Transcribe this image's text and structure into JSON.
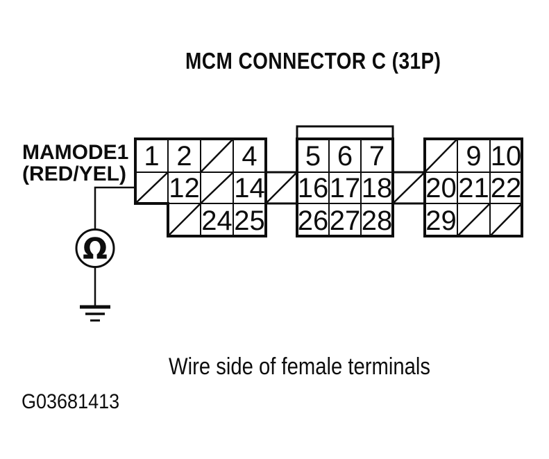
{
  "title": "MCM CONNECTOR C (31P)",
  "signal": {
    "name": "MAMODE1",
    "wire_color": "(RED/YEL)"
  },
  "meter": {
    "symbol": "Ω",
    "type": "ohmmeter",
    "connection": "ground"
  },
  "caption": "Wire side of female terminals",
  "figure_id": "G03681413",
  "connector": {
    "pin_count_label": "31P",
    "row1": [
      {
        "label": "1",
        "slashed": false
      },
      {
        "label": "2",
        "slashed": false
      },
      {
        "label": "",
        "slashed": true
      },
      {
        "label": "4",
        "slashed": false
      },
      {
        "label": "5",
        "slashed": false
      },
      {
        "label": "6",
        "slashed": false
      },
      {
        "label": "7",
        "slashed": false
      },
      {
        "label": "",
        "slashed": true
      },
      {
        "label": "9",
        "slashed": false
      },
      {
        "label": "10",
        "slashed": false
      }
    ],
    "row2": [
      {
        "label": "",
        "slashed": true
      },
      {
        "label": "12",
        "slashed": false
      },
      {
        "label": "",
        "slashed": true
      },
      {
        "label": "14",
        "slashed": false
      },
      {
        "label": "",
        "slashed": true
      },
      {
        "label": "16",
        "slashed": false
      },
      {
        "label": "17",
        "slashed": false
      },
      {
        "label": "18",
        "slashed": false
      },
      {
        "label": "",
        "slashed": true
      },
      {
        "label": "20",
        "slashed": false
      },
      {
        "label": "21",
        "slashed": false
      },
      {
        "label": "22",
        "slashed": false
      }
    ],
    "row3": [
      {
        "label": "",
        "slashed": true
      },
      {
        "label": "24",
        "slashed": false
      },
      {
        "label": "25",
        "slashed": false
      },
      {
        "label": "26",
        "slashed": false
      },
      {
        "label": "27",
        "slashed": false
      },
      {
        "label": "28",
        "slashed": false
      },
      {
        "label": "29",
        "slashed": false
      },
      {
        "label": "",
        "slashed": true
      },
      {
        "label": "",
        "slashed": true
      }
    ]
  },
  "colors": {
    "ink": "#0d0d0d",
    "paper": "#ffffff"
  }
}
